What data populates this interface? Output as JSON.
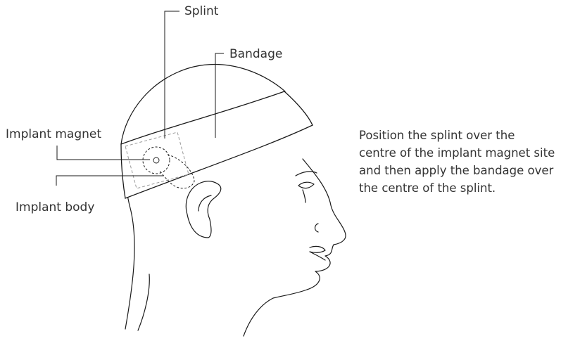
{
  "labels": {
    "splint": "Splint",
    "bandage": "Bandage",
    "implant_magnet": "Implant magnet",
    "implant_body": "Implant body"
  },
  "instructions": {
    "lines": [
      "Position the splint over the",
      "centre of the implant magnet site",
      "and then apply the bandage over",
      "the centre of the splint."
    ]
  },
  "colors": {
    "line": "#1a1a1a",
    "splint_outline": "#9a9a9a",
    "text": "#333333"
  }
}
